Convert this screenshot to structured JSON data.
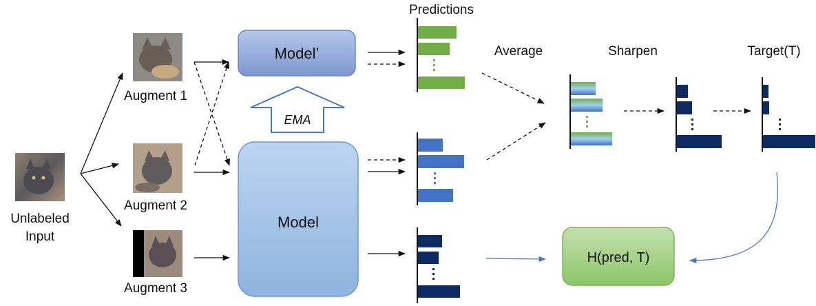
{
  "labels": {
    "unlabeled_input": [
      "Unlabeled",
      "Input"
    ],
    "augment_1": "Augment 1",
    "augment_2": "Augment 2",
    "augment_3": "Augment 3",
    "model_prime": "Model’",
    "model": "Model",
    "ema": "EMA",
    "predictions": "Predictions",
    "average": "Average",
    "sharpen": "Sharpen",
    "target": "Target(T)",
    "loss": "H(pred, T)"
  },
  "colors": {
    "model_prime_fill": "#8fa8d8",
    "model_fill": "#a9c6e8",
    "green_bar": "#70ad47",
    "blue_bar": "#4472c4",
    "navy_bar": "#0d2a63",
    "loss_fill": "#a9d18e",
    "arrow": "#111111",
    "feedback_arrow": "#4a76c4"
  },
  "icons": [
    "cat-photo",
    "dotted-ellipsis",
    "up-arrow-outline"
  ]
}
